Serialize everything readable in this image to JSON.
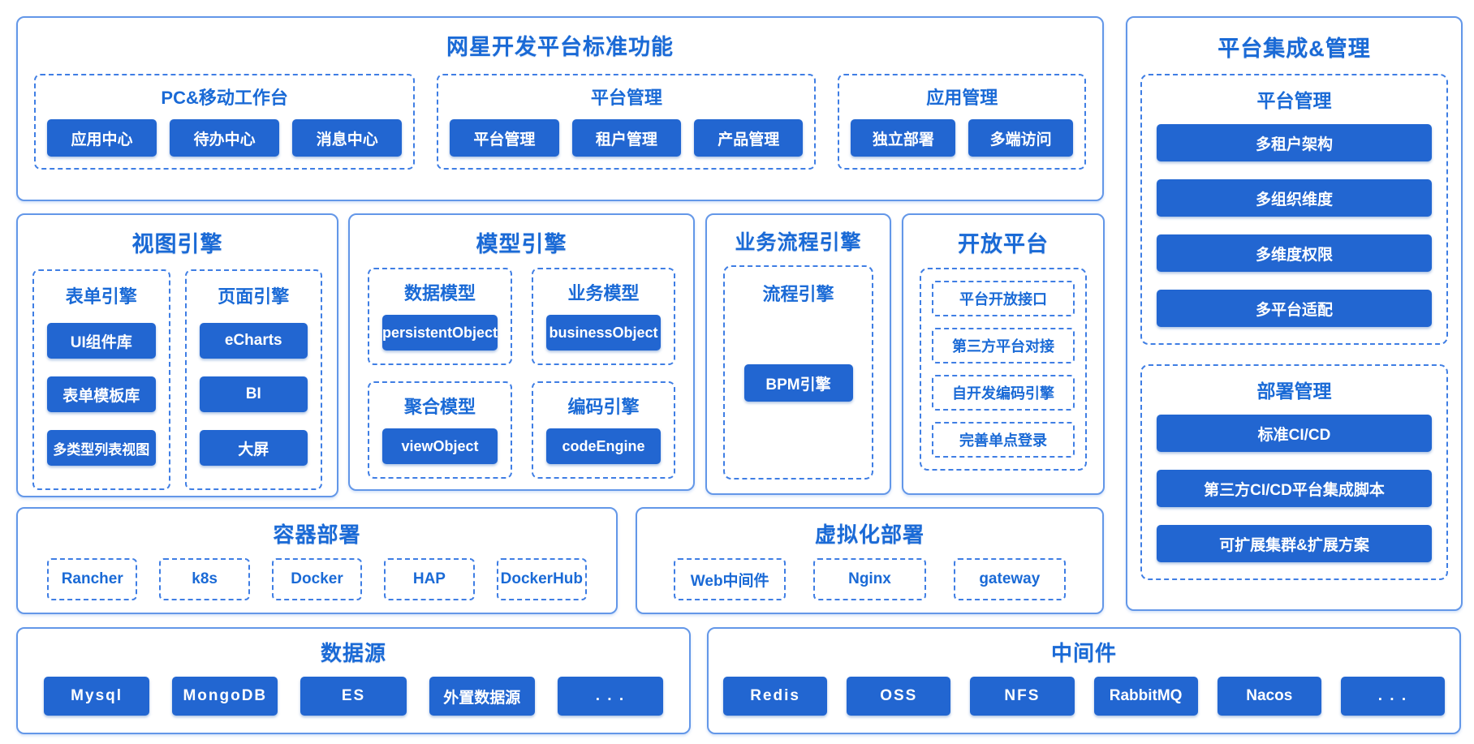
{
  "colors": {
    "fill": "#2266d1",
    "heading": "#1a6ad6",
    "solid_border": "#6397e8",
    "dashed_border": "#3f7ee4",
    "button_text": "#ffffff"
  },
  "standard_platform": {
    "title": "网星开发平台标准功能",
    "groups": [
      {
        "title": "PC&移动工作台",
        "buttons": [
          "应用中心",
          "待办中心",
          "消息中心"
        ]
      },
      {
        "title": "平台管理",
        "buttons": [
          "平台管理",
          "租户管理",
          "产品管理"
        ]
      },
      {
        "title": "应用管理",
        "buttons": [
          "独立部署",
          "多端访问"
        ]
      }
    ]
  },
  "view_engine": {
    "title": "视图引擎",
    "groups": [
      {
        "title": "表单引擎",
        "buttons": [
          "UI组件库",
          "表单模板库",
          "多类型列表视图"
        ]
      },
      {
        "title": "页面引擎",
        "buttons": [
          "eCharts",
          "BI",
          "大屏"
        ]
      }
    ]
  },
  "model_engine": {
    "title": "模型引擎",
    "groups": [
      {
        "title": "数据模型",
        "buttons": [
          "persistentObject"
        ]
      },
      {
        "title": "业务模型",
        "buttons": [
          "businessObject"
        ]
      },
      {
        "title": "聚合模型",
        "buttons": [
          "viewObject"
        ]
      },
      {
        "title": "编码引擎",
        "buttons": [
          "codeEngine"
        ]
      }
    ]
  },
  "bpm": {
    "title": "业务流程引擎",
    "group_title": "流程引擎",
    "button": "BPM引擎"
  },
  "open_platform": {
    "title": "开放平台",
    "items": [
      "平台开放接口",
      "第三方平台对接",
      "自开发编码引擎",
      "完善单点登录"
    ]
  },
  "integration": {
    "title": "平台集成&管理",
    "groups": [
      {
        "title": "平台管理",
        "buttons": [
          "多租户架构",
          "多组织维度",
          "多维度权限",
          "多平台适配"
        ]
      },
      {
        "title": "部署管理",
        "buttons": [
          "标准CI/CD",
          "第三方CI/CD平台集成脚本",
          "可扩展集群&扩展方案"
        ]
      }
    ]
  },
  "container_deploy": {
    "title": "容器部署",
    "items": [
      "Rancher",
      "k8s",
      "Docker",
      "HAP",
      "DockerHub"
    ]
  },
  "virtual_deploy": {
    "title": "虚拟化部署",
    "items": [
      "Web中间件",
      "Nginx",
      "gateway"
    ]
  },
  "data_source": {
    "title": "数据源",
    "buttons": [
      "Mysql",
      "MongoDB",
      "ES",
      "外置数据源",
      ". . ."
    ]
  },
  "middleware": {
    "title": "中间件",
    "buttons": [
      "Redis",
      "OSS",
      "NFS",
      "RabbitMQ",
      "Nacos",
      ". . ."
    ]
  }
}
